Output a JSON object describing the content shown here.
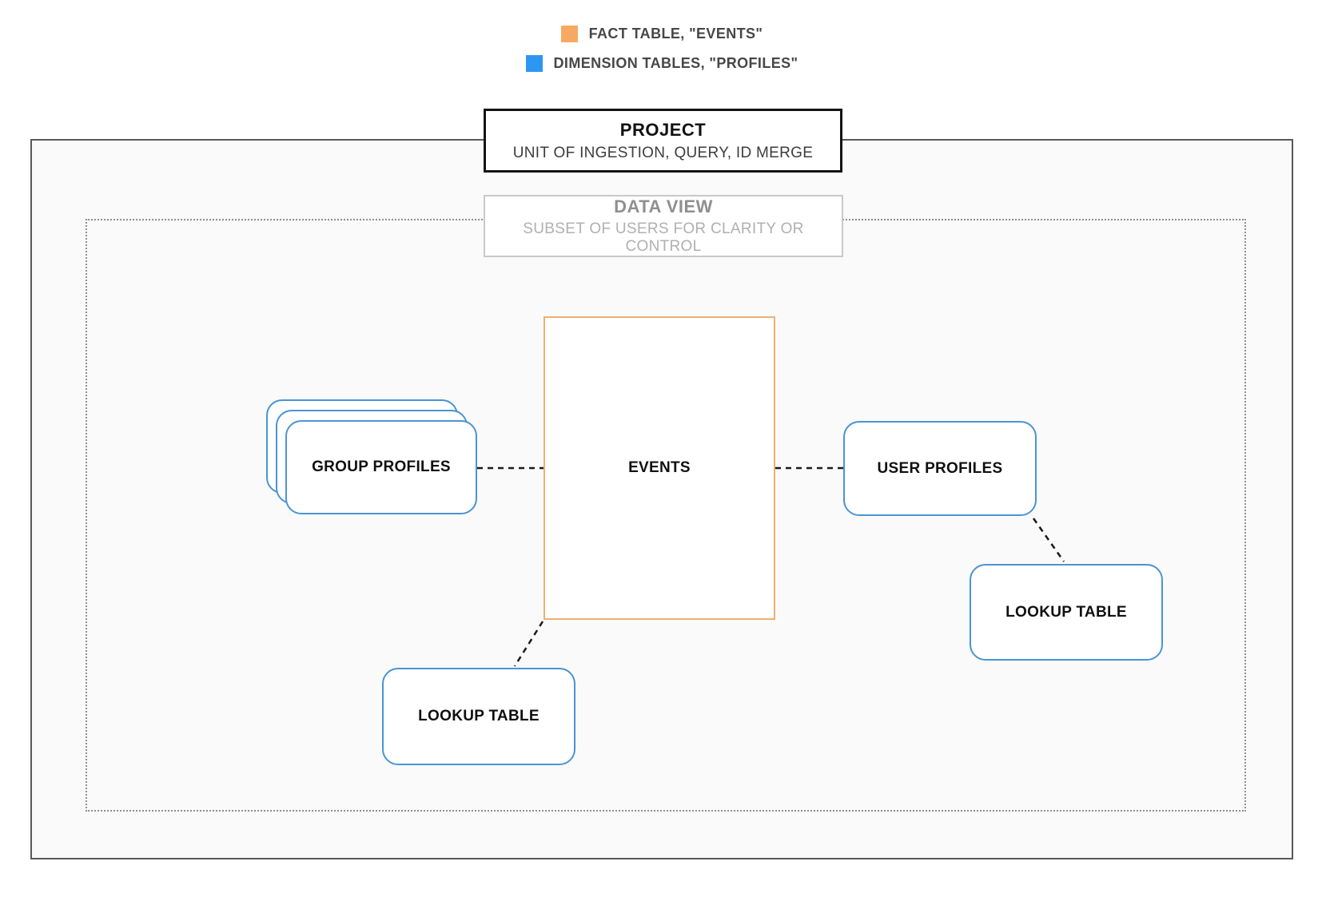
{
  "legend": {
    "items": [
      {
        "name": "fact-table",
        "label": "FACT TABLE, \"EVENTS\"",
        "color": "#F6AA61"
      },
      {
        "name": "dimension-tables",
        "label": "DIMENSION TABLES, \"PROFILES\"",
        "color": "#2D96F1"
      }
    ]
  },
  "project": {
    "title": "PROJECT",
    "subtitle": "UNIT OF INGESTION, QUERY, ID MERGE"
  },
  "data_view": {
    "title": "DATA VIEW",
    "subtitle": "SUBSET OF USERS FOR CLARITY OR CONTROL"
  },
  "nodes": {
    "events": {
      "label": "EVENTS",
      "border_color": "#EDB06F"
    },
    "group_profiles": {
      "label": "GROUP PROFILES",
      "border_color": "#4A94D4",
      "stack_count": 3
    },
    "user_profiles": {
      "label": "USER PROFILES",
      "border_color": "#4A94D4"
    },
    "lookup_table_right": {
      "label": "LOOKUP TABLE",
      "border_color": "#4A94D4"
    },
    "lookup_table_bottom": {
      "label": "LOOKUP TABLE",
      "border_color": "#4A94D4"
    }
  },
  "colors": {
    "fact_table_orange": "#F6AA61",
    "dimension_table_blue": "#2D96F1",
    "boundary_gray": "#595959",
    "connector_black": "#1a1a1a",
    "canvas_inner_bg": "#FAFAFA"
  }
}
